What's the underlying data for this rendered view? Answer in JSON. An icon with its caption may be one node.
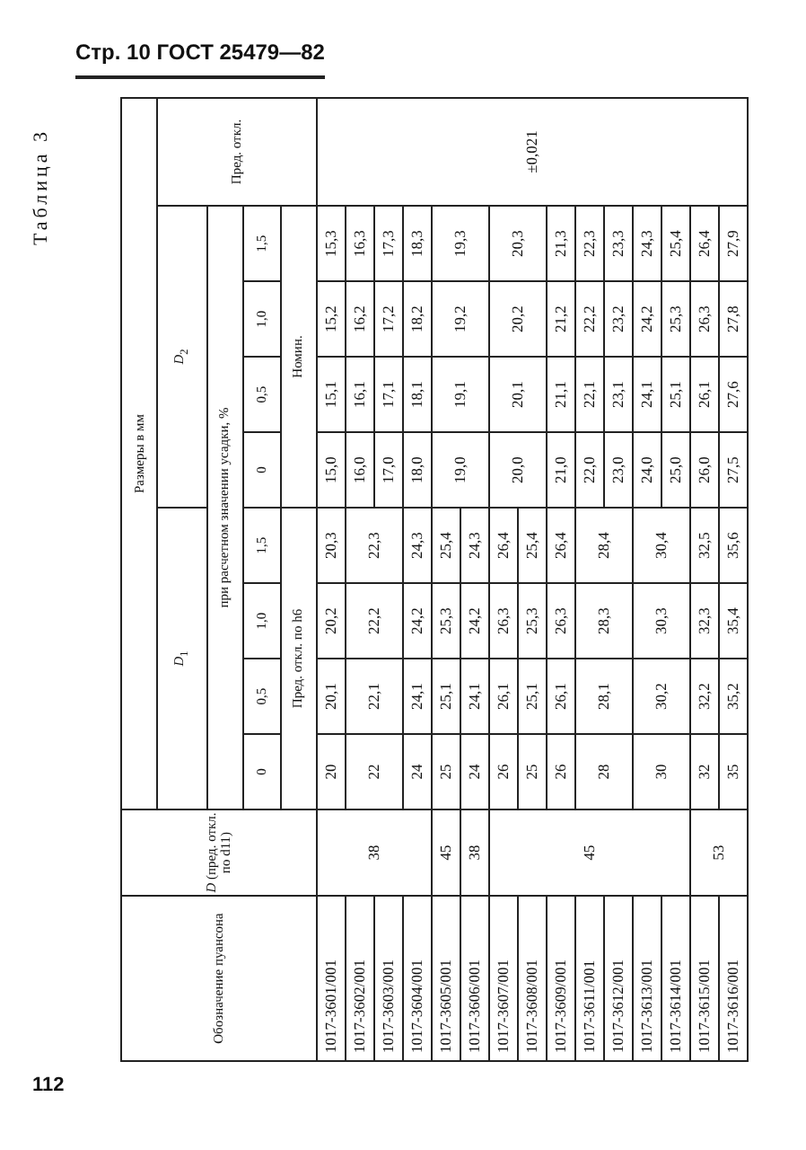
{
  "diagram": {
    "title": "Таблица 3",
    "labels": [
      "Стр. 10 ГОСТ 25479—82",
      "Обозначение пуансона",
      "*D* (пред. откл. по d11)",
      "Размеры в мм",
      "*D*$_{1}$",
      "*D*$_{2}$",
      "Пред. откл.",
      "при расчетном значении усадки, %",
      "0",
      "0,5",
      "1,0",
      "1,5",
      "0",
      "0,5",
      "1,0",
      "1,5",
      "Пред. откл. по h6",
      "Номин.",
      "1017-3601/001",
      "38",
      "20",
      "20,1",
      "20,2",
      "20,3",
      "15,0",
      "15,1",
      "15,2",
      "15,3",
      "±0,021",
      "1017-3602/001",
      "22",
      "22,1",
      "22,2",
      "22,3",
      "16,0",
      "16,1",
      "16,2",
      "16,3",
      "1017-3603/001",
      "17,0",
      "17,1",
      "17,2",
      "17,3",
      "1017-3604/001",
      "24",
      "24,1",
      "24,2",
      "24,3",
      "18,0",
      "18,1",
      "18,2",
      "18,3",
      "1017-3605/001",
      "45",
      "25",
      "25,1",
      "25,3",
      "25,4",
      "19,0",
      "19,1",
      "19,2",
      "19,3",
      "1017-3606/001",
      "38",
      "24",
      "24,1",
      "24,2",
      "24,3",
      "1017-3607/001",
      "45",
      "26",
      "26,1",
      "26,3",
      "26,4",
      "20,0",
      "20,1",
      "20,2",
      "20,3",
      "1017-3608/001",
      "25",
      "25,1",
      "25,3",
      "25,4",
      "1017-3609/001",
      "26",
      "26,1",
      "26,3",
      "26,4",
      "21,0",
      "21,1",
      "21,2",
      "21,3",
      "1017-3611/001",
      "28",
      "28,1",
      "28,3",
      "28,4",
      "22,0",
      "22,1",
      "22,2",
      "22,3",
      "1017-3612/001",
      "23,0",
      "23,1",
      "23,2",
      "23,3",
      "1017-3613/001",
      "30",
      "30,2",
      "30,3",
      "30,4",
      "24,0",
      "24,1",
      "24,2",
      "24,3",
      "1017-3614/001",
      "25,0",
      "25,1",
      "25,3",
      "25,4",
      "1017-3615/001",
      "53",
      "32",
      "32,2",
      "32,3",
      "32,5",
      "26,0",
      "26,1",
      "26,3",
      "26,4",
      "1017-3616/001",
      "35",
      "35,2",
      "35,4",
      "35,6",
      "27,5",
      "27,6",
      "27,8",
      "27,9",
      "112"
    ]
  }
}
